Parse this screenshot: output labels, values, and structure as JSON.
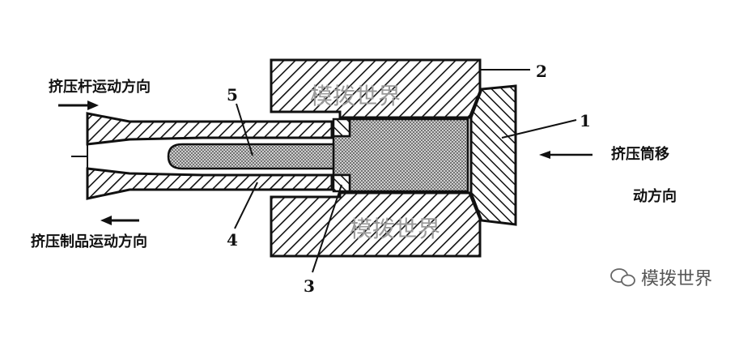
{
  "labels": {
    "ram_motion": "挤压杆运动方向",
    "product_motion": "挤压制品运动方向",
    "container_motion_1": "挤压筒移",
    "container_motion_2": "动方向"
  },
  "parts": {
    "p1": "1",
    "p2": "2",
    "p3": "3",
    "p4": "4",
    "p5": "5"
  },
  "watermarks": {
    "top": "模拨世界",
    "bottom": "模拨世界"
  },
  "brand": {
    "name": "模拨世界",
    "icon": "wechat-icon"
  },
  "colors": {
    "ink": "#111111",
    "watermark": "#9a9a9a"
  }
}
